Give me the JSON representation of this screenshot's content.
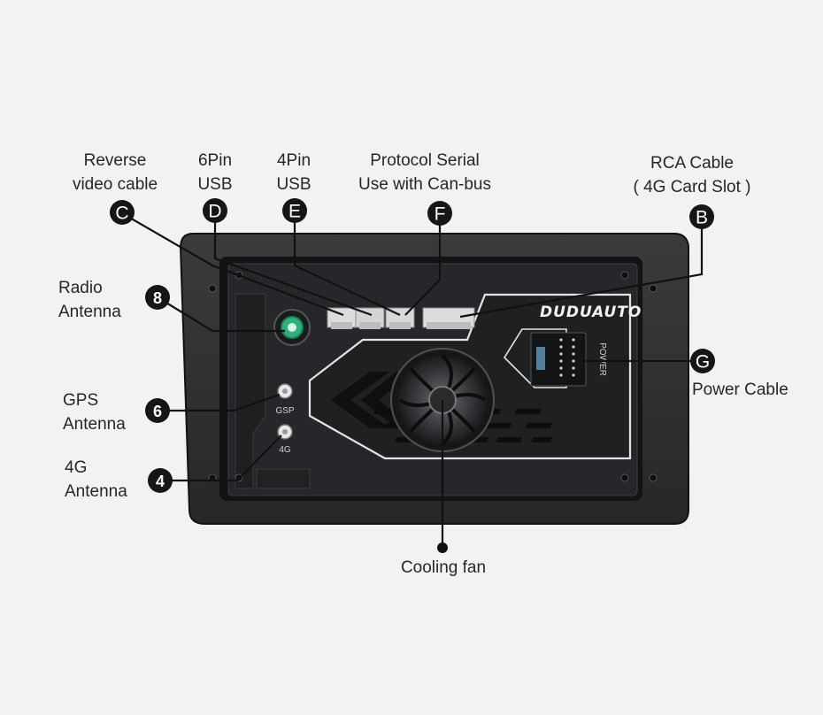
{
  "brand": "DUDUAUTO",
  "port_marks": {
    "gps": "GSP",
    "lte": "4G",
    "power": "POWER"
  },
  "callouts": [
    {
      "id": "C",
      "lines": [
        "Reverse",
        "video cable"
      ]
    },
    {
      "id": "D",
      "lines": [
        "6Pin",
        "USB"
      ]
    },
    {
      "id": "E",
      "lines": [
        "4Pin",
        "USB"
      ]
    },
    {
      "id": "F",
      "lines": [
        "Protocol Serial",
        "Use with Can-bus"
      ]
    },
    {
      "id": "B",
      "lines": [
        "RCA Cable",
        "( 4G Card Slot )"
      ]
    },
    {
      "id": "8",
      "lines": [
        "Radio",
        "Antenna"
      ]
    },
    {
      "id": "6",
      "lines": [
        "GPS",
        "Antenna"
      ]
    },
    {
      "id": "4",
      "lines": [
        "4G",
        "Antenna"
      ]
    },
    {
      "id": "G",
      "lines": [
        "Power Cable"
      ]
    }
  ],
  "fan_label": "Cooling fan",
  "colors": {
    "background": "#f1f3f3",
    "housing": "#2c2d2f",
    "panel": "#1c1d1f",
    "badge": "#161616",
    "radio_connector": "#2fb27a",
    "text": "#262626"
  }
}
